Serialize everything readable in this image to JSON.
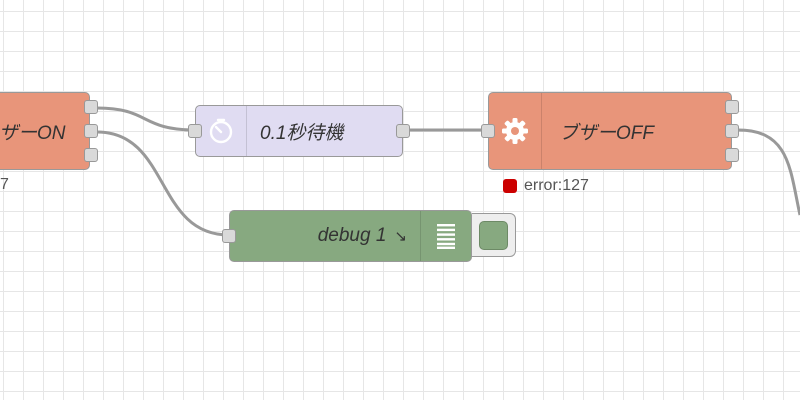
{
  "flow": {
    "nodes": [
      {
        "id": "buzzer-on",
        "label": "ブザーON",
        "visible_label": "ザーON",
        "type": "exec",
        "status_partial": "7"
      },
      {
        "id": "wait",
        "label": "0.1秒待機",
        "type": "delay",
        "icon": "timer-icon"
      },
      {
        "id": "buzzer-off",
        "label": "ブザーOFF",
        "type": "exec",
        "icon": "gear-icon",
        "status": {
          "text": "error:127",
          "color": "#cc0000"
        }
      },
      {
        "id": "debug",
        "label": "debug 1",
        "type": "debug",
        "icon": "debug-list-icon",
        "output_hint": "↘",
        "enabled": true
      }
    ]
  },
  "colors": {
    "exec_node": "#e8957a",
    "delay_node": "#e0dcf2",
    "debug_node": "#87a980",
    "wire": "#999999",
    "port": "#d9d9d9",
    "grid": "#e6e6e6",
    "status_error": "#cc0000"
  }
}
